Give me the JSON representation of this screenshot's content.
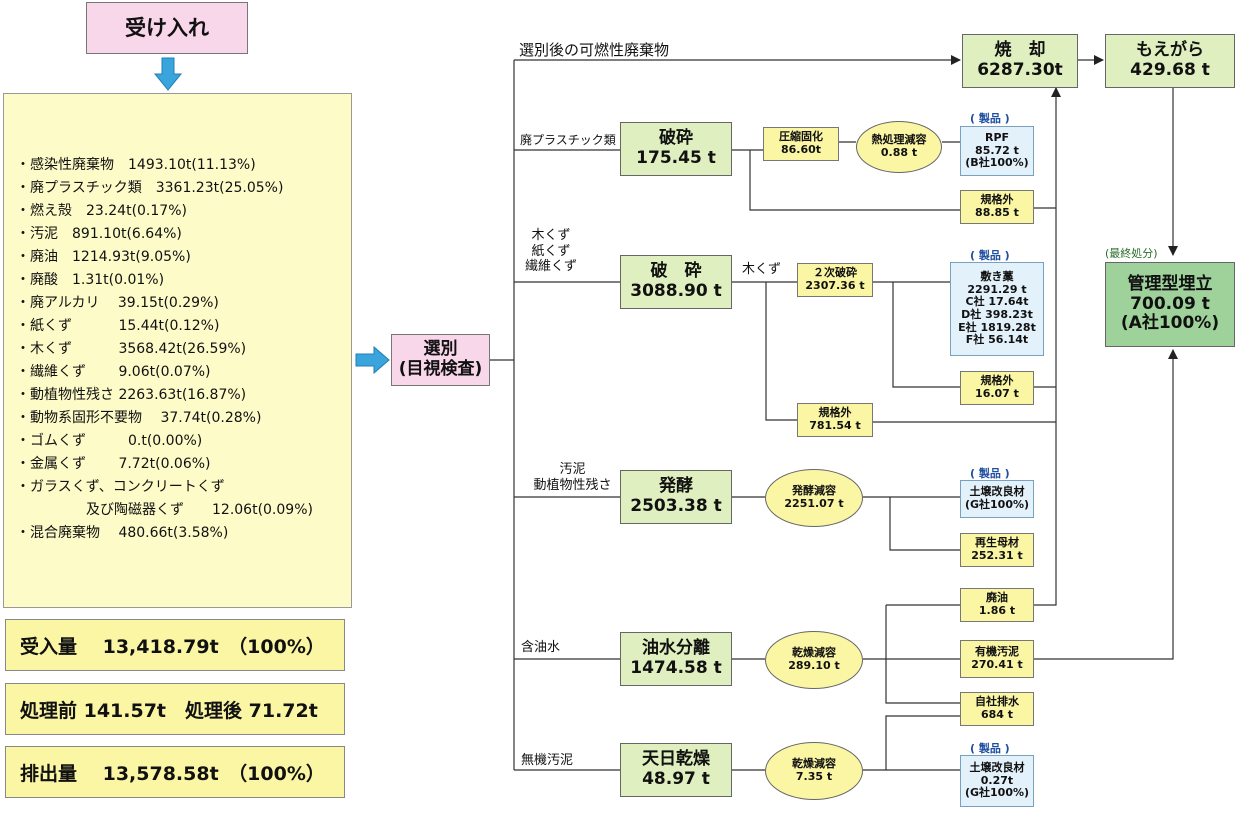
{
  "intake": {
    "title": "受け入れ",
    "items": [
      "・感染性廃棄物　1493.10t(11.13%)",
      "・廃プラスチック類　3361.23t(25.05%)",
      "・燃え殻　23.24t(0.17%)",
      "・汚泥　891.10t(6.64%)",
      "・廃油　1214.93t(9.05%)",
      "・廃酸　1.31t(0.01%)",
      "・廃アルカリ　 39.15t(0.29%)",
      "・紙くず　　　 15.44t(0.12%)",
      "・木くず　　　 3568.42t(26.59%)",
      "・繊維くず　　 9.06t(0.07%)",
      "・動植物性残さ 2263.63t(16.87%)",
      "・動物系固形不要物　 37.74t(0.28%)",
      "・ゴムくず　　　0.t(0.00%)",
      "・金属くず　　 7.72t(0.06%)",
      "・ガラスくず、コンクリートくず",
      "　　　　　及び陶磁器くず　　12.06t(0.09%)",
      "・混合廃棄物　 480.66t(3.58%)"
    ]
  },
  "summary": {
    "received": "受入量　 13,418.79t　（100%）",
    "before_after": "処理前 141.57t　処理後 71.72t",
    "discharged": "排出量　 13,578.58t　（100%）"
  },
  "sorting": {
    "label": "選別\n(目視検査)"
  },
  "route_labels": {
    "combustible": "選別後の可燃性廃棄物",
    "plastic": "廃プラスチック類",
    "wood": "木くず\n紙くず\n繊維くず",
    "sludge": "汚泥\n動植物性残さ",
    "oily_water": "含油水",
    "inorganic": "無機汚泥",
    "wood_chip": "木くず"
  },
  "nodes": {
    "incineration": "焼　却\n6287.30t",
    "ash": "もえがら\n429.68 t",
    "landfill": "管理型埋立\n700.09 t\n(A社100%)",
    "landfill_note": "(最終処分)",
    "crush1": "破砕\n175.45 t",
    "compress": "圧縮固化\n86.60t",
    "thermal": "熱処理減容\n0.88 t",
    "rpf": "RPF\n85.72 t\n(B社100%)",
    "offspec1": "規格外\n88.85 t",
    "crush2": "破　砕\n3088.90 t",
    "crush_second": "２次破砕\n2307.36 t",
    "bedding": "敷き藁\n2291.29 t\nC社 17.64t\nD社 398.23t\nE社 1819.28t\nF社 56.14t",
    "offspec2": "規格外\n16.07 t",
    "offspec3": "規格外\n781.54 t",
    "ferment": "発酵\n2503.38 t",
    "ferment_reduce": "発酵減容\n2251.07 t",
    "soil1": "土壌改良材\n(G社100%)",
    "recycled_base": "再生母材\n252.31 t",
    "oil_sep": "油水分離\n1474.58 t",
    "dry_reduce1": "乾燥減容\n289.10 t",
    "waste_oil": "廃油\n1.86 t",
    "organic_sludge": "有機汚泥\n270.41 t",
    "drainage": "自社排水\n684 t",
    "sun_dry": "天日乾燥\n48.97 t",
    "dry_reduce2": "乾燥減容\n7.35 t",
    "soil2": "土壌改良材\n0.27t\n(G社100%)"
  },
  "product_label": "( 製品 )",
  "colors": {
    "node": "#e0efbf",
    "landfill": "#9ed29a",
    "oval": "#fbf6a4",
    "product": "#e3f1fb",
    "arrow_blue": "#3aa5dc"
  }
}
